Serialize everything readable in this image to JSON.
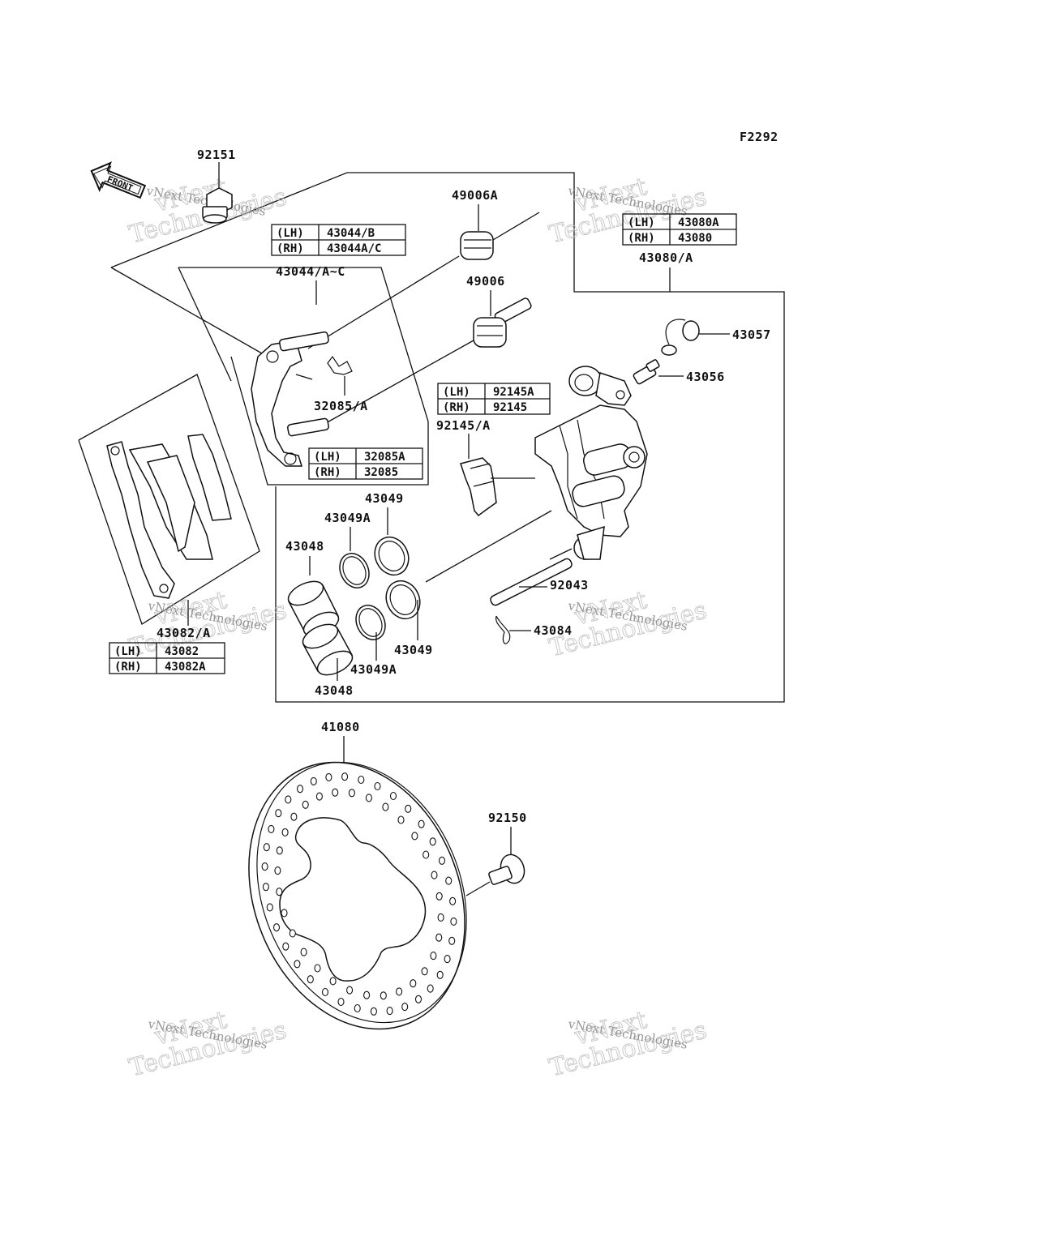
{
  "figure_code": "F2292",
  "front_label": "FRONT",
  "watermark": {
    "line1": "vNext",
    "line2": "Technologies",
    "small": "vNext Technologies"
  },
  "labels": {
    "p92151": "92151",
    "p49006A": "49006A",
    "p49006": "49006",
    "p43044": "43044/A~C",
    "p43080": "43080/A",
    "p43057": "43057",
    "p43056": "43056",
    "p32085": "32085/A",
    "p92145": "92145/A",
    "p43049_top": "43049",
    "p43049A_top": "43049A",
    "p43048_top": "43048",
    "p92043": "92043",
    "p43084": "43084",
    "p43049_bot": "43049",
    "p43049A_bot": "43049A",
    "p43048_bot": "43048",
    "p43082": "43082/A",
    "p41080": "41080",
    "p92150": "92150"
  },
  "tables": {
    "t43044": [
      {
        "side": "(LH)",
        "part": "43044/B"
      },
      {
        "side": "(RH)",
        "part": "43044A/C"
      }
    ],
    "t43080": [
      {
        "side": "(LH)",
        "part": "43080A"
      },
      {
        "side": "(RH)",
        "part": "43080"
      }
    ],
    "t92145": [
      {
        "side": "(LH)",
        "part": "92145A"
      },
      {
        "side": "(RH)",
        "part": "92145"
      }
    ],
    "t32085": [
      {
        "side": "(LH)",
        "part": "32085A"
      },
      {
        "side": "(RH)",
        "part": "32085"
      }
    ],
    "t43082": [
      {
        "side": "(LH)",
        "part": "43082"
      },
      {
        "side": "(RH)",
        "part": "43082A"
      }
    ]
  }
}
